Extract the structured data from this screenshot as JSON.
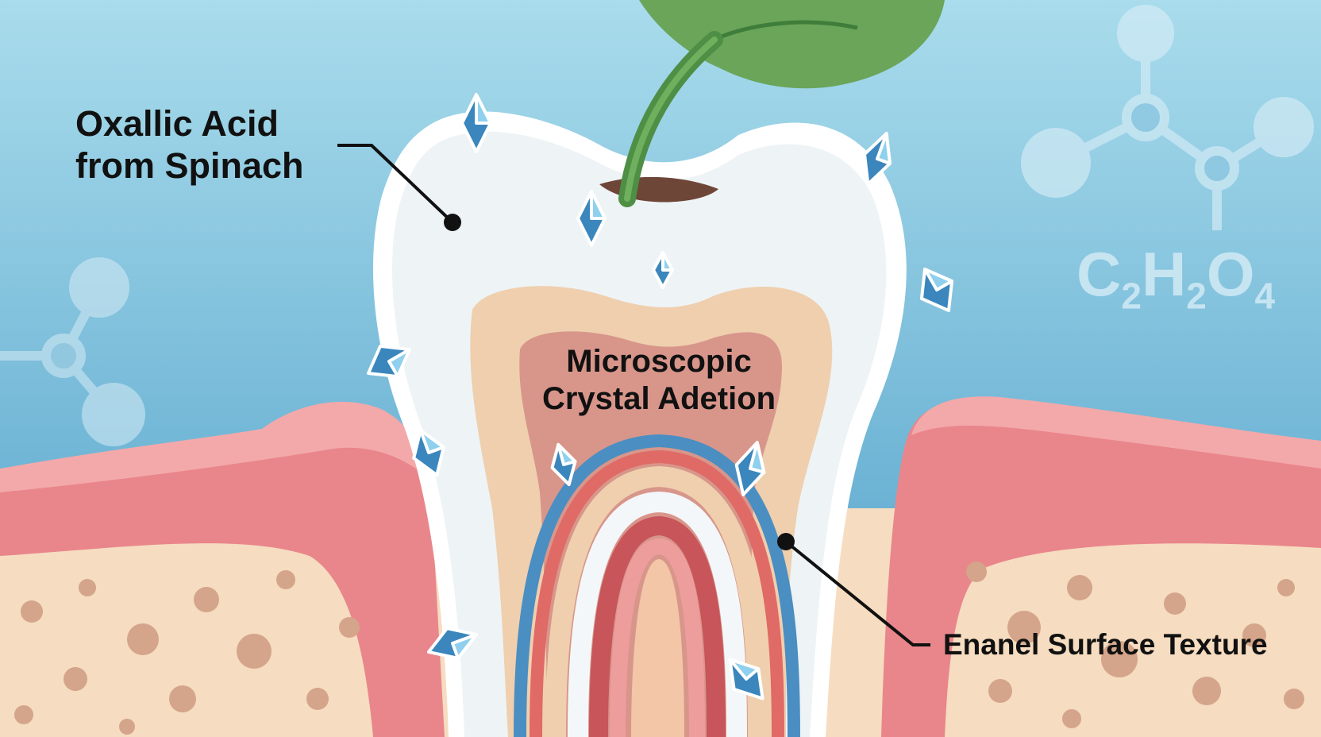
{
  "labels": {
    "oxalic_line1": "Oxallic Acid",
    "oxalic_line2": "from Spinach",
    "crystal_line1": "Microscopic",
    "crystal_line2": "Crystal Adetion",
    "enamel": "Enanel Surface Texture"
  },
  "formula": {
    "c": "C",
    "c_count": "2",
    "h": "H",
    "h_count": "2",
    "o": "O",
    "o_count": "4"
  },
  "colors": {
    "sky_top": "#a9dcec",
    "sky_bottom": "#4f9fc9",
    "gum": "#e9868b",
    "bone": "#f6dcc0",
    "bone_spot": "#d4a58a",
    "enamel": "#eef3f6",
    "dentin": "#efcfae",
    "pulp": "#d8968b",
    "crystal": "#3a86bd",
    "leaf": "#5a9e4c"
  }
}
